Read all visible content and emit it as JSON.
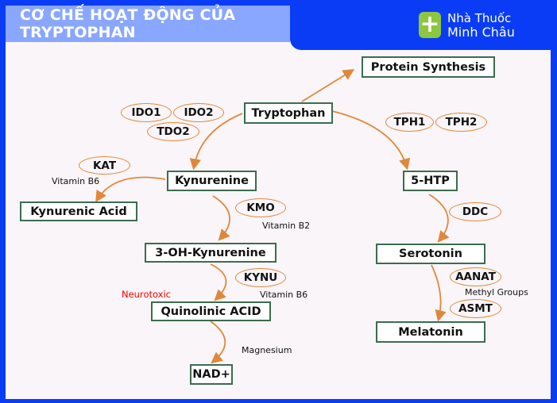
{
  "title": "CƠ CHẾ HOẠT ĐỘNG CỦA TRYPTOPHAN",
  "brand": {
    "line1": "Nhà Thuốc",
    "line2": "Minh Châu",
    "icon": "plus-icon"
  },
  "nodes": {
    "protein": "Protein Synthesis",
    "tryptophan": "Tryptophan",
    "kynurenine": "Kynurenine",
    "kynurenic": "Kynurenic Acid",
    "oh_kyn": "3-OH-Kynurenine",
    "quinolinic": "Quinolinic ACID",
    "nad": "NAD+",
    "htp": "5-HTP",
    "serotonin": "Serotonin",
    "melatonin": "Melatonin"
  },
  "enzymes": {
    "ido1": "IDO1",
    "ido2": "IDO2",
    "tdo2": "TDO2",
    "tph1": "TPH1",
    "tph2": "TPH2",
    "kat": "KAT",
    "kmo": "KMO",
    "kynu": "KYNU",
    "ddc": "DDC",
    "aanat": "AANAT",
    "asmt": "ASMT"
  },
  "notes": {
    "kat_cofactor": "Vitamin B6",
    "kmo_cofactor": "Vitamin B2",
    "kynu_cofactor": "Vitamin B6",
    "neurotoxic": "Neurotoxic",
    "magnesium": "Magnesium",
    "methyl": "Methyl Groups"
  },
  "colors": {
    "arrow": "#e0883a",
    "box_border": "#3d6b50",
    "banner": "#8aa7ff",
    "frame": "#0a3cf6",
    "neurotoxic": "#ff0000"
  }
}
